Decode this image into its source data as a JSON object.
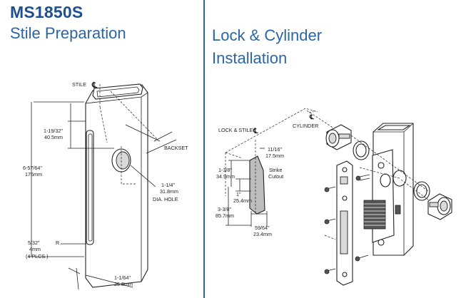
{
  "header": {
    "model": "MS1850S",
    "left_title": "Stile Preparation",
    "right_title_line1": "Lock & Cylinder",
    "right_title_line2": "Installation"
  },
  "stile_prep": {
    "stile_label": "STILE",
    "centerline_symbol": "℄",
    "backset_label": "BACKSET",
    "dim_height_top_in": "1-19/32\"",
    "dim_height_top_mm": "40.5mm",
    "dim_total_in": "6-57/64\"",
    "dim_total_mm": "175mm",
    "dim_hole_in": "1-1/4\"",
    "dim_hole_mm": "31.8mm",
    "dim_hole_note": "DIA. HOLE",
    "dim_radius_in": "5/32\"",
    "dim_radius_mm": "4mm",
    "dim_radius_r": "R",
    "dim_radius_note": "(4 PLCS.)",
    "dim_width_in": "1-1/64\"",
    "dim_width_mm": "25.8mm"
  },
  "lock_install": {
    "lock_stile_label": "LOCK & STILE",
    "centerline_symbol": "℄",
    "cylinder_label": "CYLINDER",
    "dim_a_in": "11/16\"",
    "dim_a_mm": "17.5mm",
    "strike_label_1": "Strike",
    "strike_label_2": "Cutout",
    "dim_b_in": "1-3/8\"",
    "dim_b_mm": "34.9mm",
    "dim_c_in": "1\"",
    "dim_c_mm": "25.4mm",
    "dim_d_in": "3-3/8\"",
    "dim_d_mm": "85.7mm",
    "dim_e_in": "59/64\"",
    "dim_e_mm": "23.4mm"
  }
}
